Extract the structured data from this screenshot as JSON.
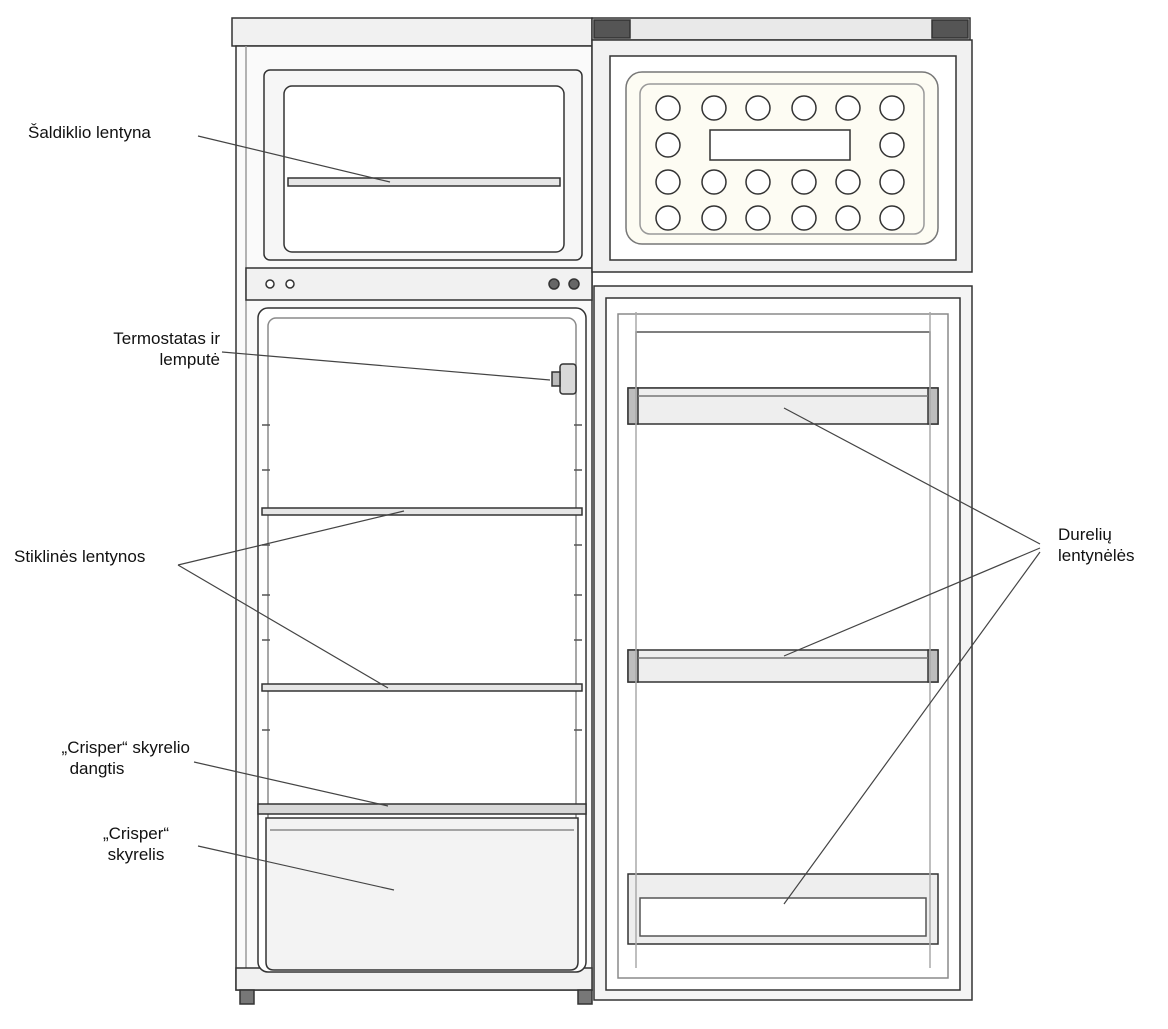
{
  "labels": {
    "freezer_shelf": "Šaldiklio lentyna",
    "thermostat_line1": "Termostatas ir",
    "thermostat_line2": "lemputė",
    "glass_shelves": "Stiklinės lentynos",
    "crisper_cover_line1": "„Crisper“ skyrelio",
    "crisper_cover_line2": "dangtis",
    "crisper_line1": "„Crisper“",
    "crisper_line2": "skyrelis",
    "door_shelves_line1": "Durelių",
    "door_shelves_line2": "lentynėlės"
  },
  "colors": {
    "outline": "#333333",
    "light_outline": "#8a8a8a",
    "panel_fill": "#f1f1f1",
    "shelf_fill": "#e6e6e6",
    "leader": "#444444"
  }
}
